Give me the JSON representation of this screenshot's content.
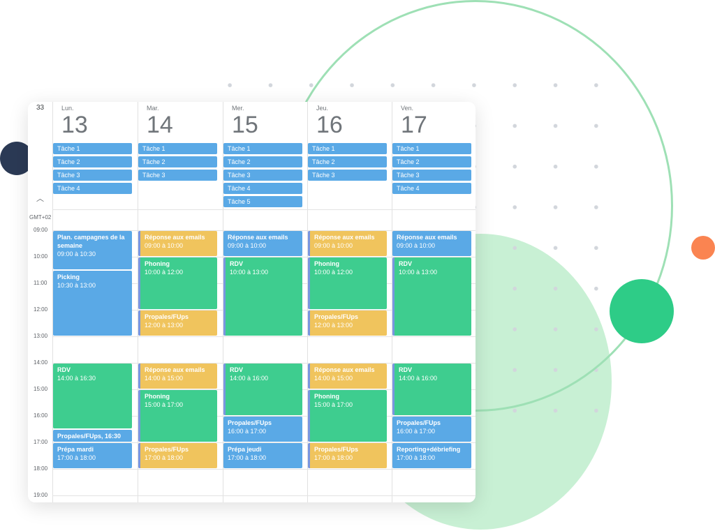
{
  "calendar": {
    "week_number": "33",
    "timezone": "GMT+02",
    "collapse_icon": "chevron-up-icon",
    "days": [
      {
        "name": "Lun.",
        "num": "13",
        "tasks": [
          "Tâche 1",
          "Tâche 2",
          "Tâche 3",
          "Tâche 4"
        ]
      },
      {
        "name": "Mar.",
        "num": "14",
        "tasks": [
          "Tâche 1",
          "Tâche 2",
          "Tâche 3"
        ]
      },
      {
        "name": "Mer.",
        "num": "15",
        "tasks": [
          "Tâche 1",
          "Tâche 2",
          "Tâche 3",
          "Tâche 4",
          "Tâche 5"
        ]
      },
      {
        "name": "Jeu.",
        "num": "16",
        "tasks": [
          "Tâche 1",
          "Tâche 2",
          "Tâche 3"
        ]
      },
      {
        "name": "Ven.",
        "num": "17",
        "tasks": [
          "Tâche 1",
          "Tâche 2",
          "Tâche 3",
          "Tâche 4"
        ]
      }
    ],
    "hours": [
      "09:00",
      "10:00",
      "11:00",
      "12:00",
      "13:00",
      "14:00",
      "15:00",
      "16:00",
      "17:00",
      "18:00",
      "19:00"
    ],
    "events": [
      {
        "day": 0,
        "start": 9,
        "end": 10.5,
        "title": "Plan. campagnes de la semaine",
        "time": "09:00 à 10:30",
        "color": "blue"
      },
      {
        "day": 0,
        "start": 10.5,
        "end": 13,
        "title": "Picking",
        "time": "10:30 à 13:00",
        "color": "blue"
      },
      {
        "day": 0,
        "start": 14,
        "end": 16.5,
        "title": "RDV",
        "time": "14:00 à 16:30",
        "color": "green"
      },
      {
        "day": 0,
        "start": 16.5,
        "end": 17,
        "title": "Propales/FUps, 16:30",
        "time": "",
        "color": "blue"
      },
      {
        "day": 0,
        "start": 17,
        "end": 18,
        "title": "Prépa mardi",
        "time": "17:00 à 18:00",
        "color": "blue"
      },
      {
        "day": 1,
        "start": 9,
        "end": 10,
        "title": "Réponse aux emails",
        "time": "09:00 à 10:00",
        "color": "yellow"
      },
      {
        "day": 1,
        "start": 10,
        "end": 12,
        "title": "Phoning",
        "time": "10:00 à 12:00",
        "color": "green"
      },
      {
        "day": 1,
        "start": 12,
        "end": 13,
        "title": "Propales/FUps",
        "time": "12:00 à 13:00",
        "color": "yellow"
      },
      {
        "day": 1,
        "start": 14,
        "end": 15,
        "title": "Réponse aux emails",
        "time": "14:00 à 15:00",
        "color": "yellow"
      },
      {
        "day": 1,
        "start": 15,
        "end": 17,
        "title": "Phoning",
        "time": "15:00 à 17:00",
        "color": "green"
      },
      {
        "day": 1,
        "start": 17,
        "end": 18,
        "title": "Propales/FUps",
        "time": "17:00 à 18:00",
        "color": "yellow"
      },
      {
        "day": 2,
        "start": 9,
        "end": 10,
        "title": "Réponse aux emails",
        "time": "09:00 à 10:00",
        "color": "blue"
      },
      {
        "day": 2,
        "start": 10,
        "end": 13,
        "title": "RDV",
        "time": "10:00 à 13:00",
        "color": "green"
      },
      {
        "day": 2,
        "start": 14,
        "end": 16,
        "title": "RDV",
        "time": "14:00 à 16:00",
        "color": "green"
      },
      {
        "day": 2,
        "start": 16,
        "end": 17,
        "title": "Propales/FUps",
        "time": "16:00 à 17:00",
        "color": "blue"
      },
      {
        "day": 2,
        "start": 17,
        "end": 18,
        "title": "Prépa jeudi",
        "time": "17:00 à 18:00",
        "color": "blue"
      },
      {
        "day": 3,
        "start": 9,
        "end": 10,
        "title": "Réponse aux emails",
        "time": "09:00 à 10:00",
        "color": "yellow"
      },
      {
        "day": 3,
        "start": 10,
        "end": 12,
        "title": "Phoning",
        "time": "10:00 à 12:00",
        "color": "green"
      },
      {
        "day": 3,
        "start": 12,
        "end": 13,
        "title": "Propales/FUps",
        "time": "12:00 à 13:00",
        "color": "yellow"
      },
      {
        "day": 3,
        "start": 14,
        "end": 15,
        "title": "Réponse aux emails",
        "time": "14:00 à 15:00",
        "color": "yellow"
      },
      {
        "day": 3,
        "start": 15,
        "end": 17,
        "title": "Phoning",
        "time": "15:00 à 17:00",
        "color": "green"
      },
      {
        "day": 3,
        "start": 17,
        "end": 18,
        "title": "Propales/FUps",
        "time": "17:00 à 18:00",
        "color": "yellow"
      },
      {
        "day": 4,
        "start": 9,
        "end": 10,
        "title": "Réponse aux emails",
        "time": "09:00 à 10:00",
        "color": "blue"
      },
      {
        "day": 4,
        "start": 10,
        "end": 13,
        "title": "RDV",
        "time": "10:00 à 13:00",
        "color": "green"
      },
      {
        "day": 4,
        "start": 14,
        "end": 16,
        "title": "RDV",
        "time": "14:00 à 16:00",
        "color": "green"
      },
      {
        "day": 4,
        "start": 16,
        "end": 17,
        "title": "Propales/FUps",
        "time": "16:00 à 17:00",
        "color": "blue"
      },
      {
        "day": 4,
        "start": 17,
        "end": 18,
        "title": "Reporting+débriefing",
        "time": "17:00 à 18:00",
        "color": "blue"
      }
    ],
    "colors": {
      "blue": "#5aa9e6",
      "green": "#3ecd8f",
      "yellow": "#f0c45d",
      "accent_border": "#7a96e0"
    }
  }
}
